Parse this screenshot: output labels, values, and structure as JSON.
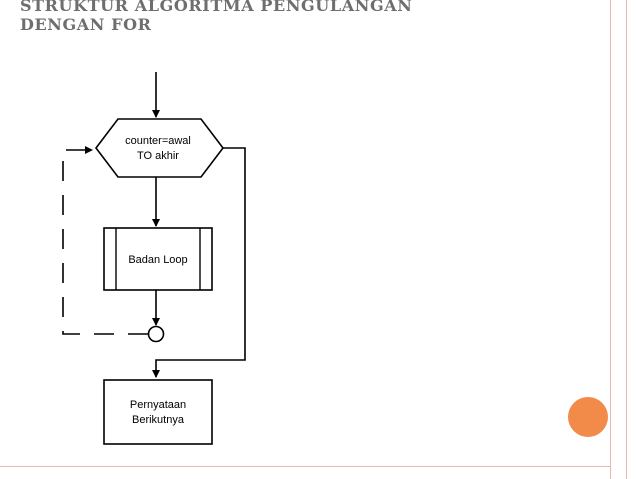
{
  "slide": {
    "title_line1": "STRUKTUR ALGORITMA PENGULANGAN",
    "title_line2": "DENGAN FOR"
  },
  "flowchart": {
    "loop_header_line1": "counter=awal",
    "loop_header_line2": "TO akhir",
    "body_label": "Badan Loop",
    "next_line1": "Pernyataan",
    "next_line2": "Berikutnya"
  },
  "colors": {
    "edge_lines": "#e9b8a8",
    "accent": "#f28a4a",
    "title": "#6e6e6e"
  }
}
